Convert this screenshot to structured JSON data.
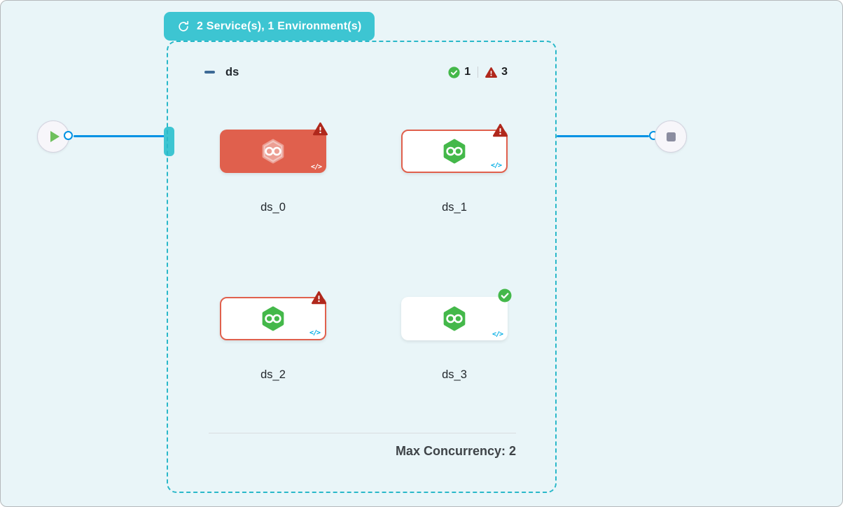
{
  "colors": {
    "canvas_bg": "#e9f5f8",
    "teal": "#3dc5d2",
    "panel_border": "#2ab8c9",
    "error": "#e0604d",
    "error_dark": "#b0281c",
    "success": "#44b84a",
    "link_blue": "#0092e4",
    "code_teal": "#00ade4"
  },
  "badge": {
    "icon": "loop-icon",
    "label": "2 Service(s), 1 Environment(s)"
  },
  "matrix": {
    "name": "ds",
    "success_count": "1",
    "warning_count": "3",
    "footer": "Max Concurrency: 2",
    "nodes": [
      {
        "label": "ds_0",
        "status": "failed-selected"
      },
      {
        "label": "ds_1",
        "status": "failed"
      },
      {
        "label": "ds_2",
        "status": "failed"
      },
      {
        "label": "ds_3",
        "status": "success"
      }
    ]
  },
  "code_glyph": "</>",
  "start_node": {
    "icon": "play-icon"
  },
  "end_node": {
    "icon": "stop-icon"
  }
}
